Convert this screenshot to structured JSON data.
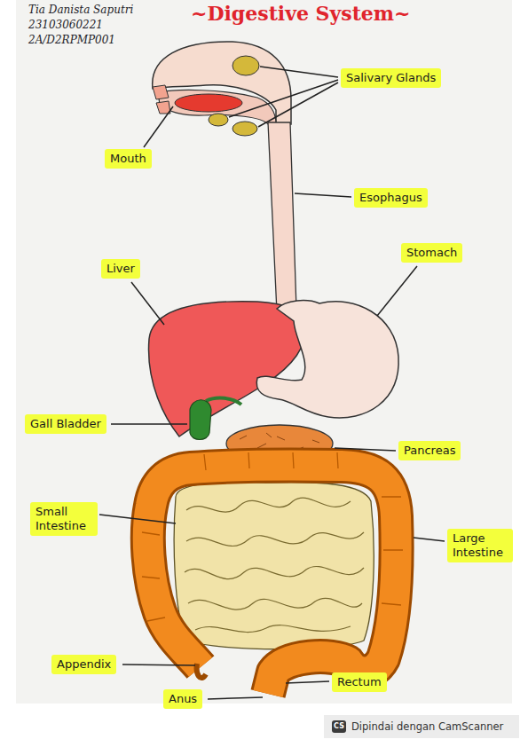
{
  "diagram": {
    "title": "~Digestive System~",
    "labels": [
      "Tia Danista Saputri",
      "23103060221",
      "2A/D2RPMP001",
      "Salivary Glands",
      "Mouth",
      "Esophagus",
      "Liver",
      "Stomach",
      "Gall Bladder",
      "Pancreas",
      "Small Intestine",
      "Large Intestine",
      "Appendix",
      "Rectum",
      "Anus",
      "CS",
      "Dipindai dengan CamScanner"
    ]
  }
}
